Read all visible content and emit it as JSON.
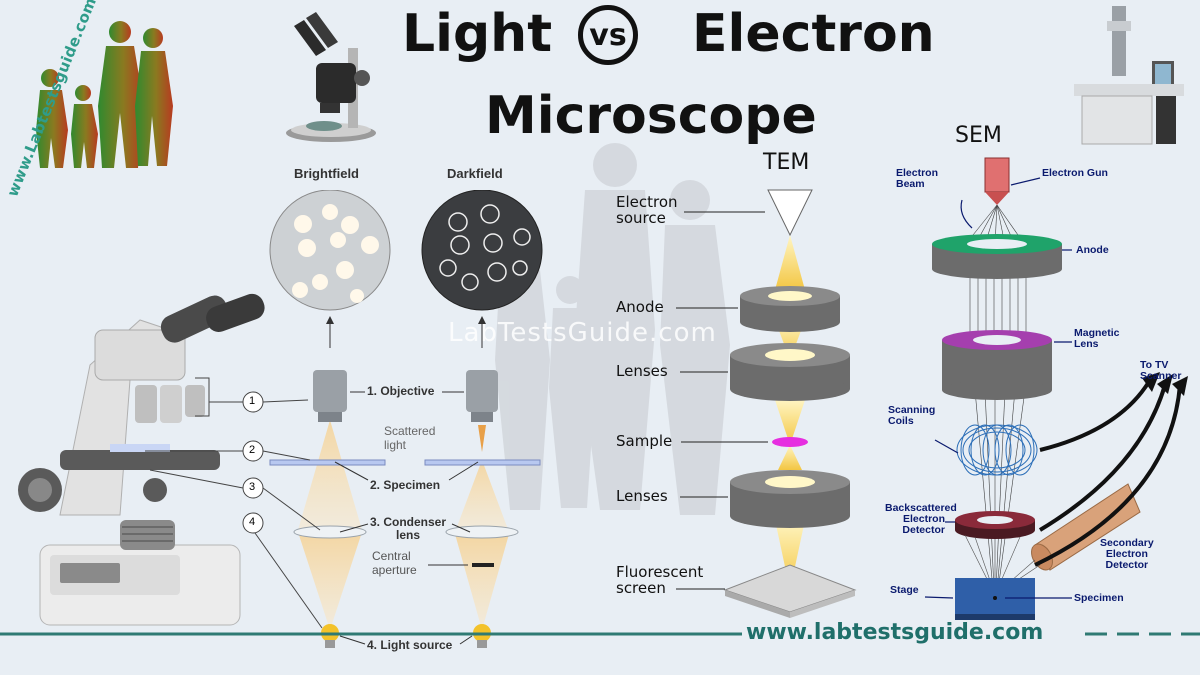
{
  "title": {
    "word1": "Light",
    "vs": "VS",
    "word2": "Electron",
    "line2": "Microscope"
  },
  "watermark": {
    "site_vertical": "www.Labtestsguide.com",
    "center": "LabTestsGuide.com"
  },
  "footer": {
    "url": "www.labtestsguide.com"
  },
  "light": {
    "brightfield": "Brightfield",
    "darkfield": "Darkfield",
    "callouts": [
      "1",
      "2",
      "3",
      "4"
    ],
    "objective": "1. Objective",
    "scattered": "Scattered\nlight",
    "specimen": "2. Specimen",
    "condenser": "3. Condenser\nlens",
    "central_aperture": "Central\naperture",
    "light_source": "4. Light source"
  },
  "tem": {
    "title": "TEM",
    "electron_source": "Electron\nsource",
    "anode": "Anode",
    "lenses1": "Lenses",
    "sample": "Sample",
    "lenses2": "Lenses",
    "screen": "Fluorescent\nscreen"
  },
  "sem": {
    "title": "SEM",
    "electron_beam": "Electron\nBeam",
    "electron_gun": "Electron Gun",
    "anode": "Anode",
    "magnetic_lens": "Magnetic\nLens",
    "to_tv": "To TV\nScanner",
    "scanning_coils": "Scanning\nCoils",
    "backscattered": "Backscattered\nElectron\nDetector",
    "secondary": "Secondary\nElectron\nDetector",
    "stage": "Stage",
    "specimen": "Specimen"
  },
  "colors": {
    "background": "#e8eef4",
    "teal_line": "#2f7a73",
    "footer_text": "#1f6f6a",
    "anode_ring": "#1fa36a",
    "magnetic_ring": "#a53fae",
    "sample": "#e62ee0",
    "beam": "#f3c642",
    "sem_gun": "#e07070",
    "stage": "#2f5fa8"
  }
}
